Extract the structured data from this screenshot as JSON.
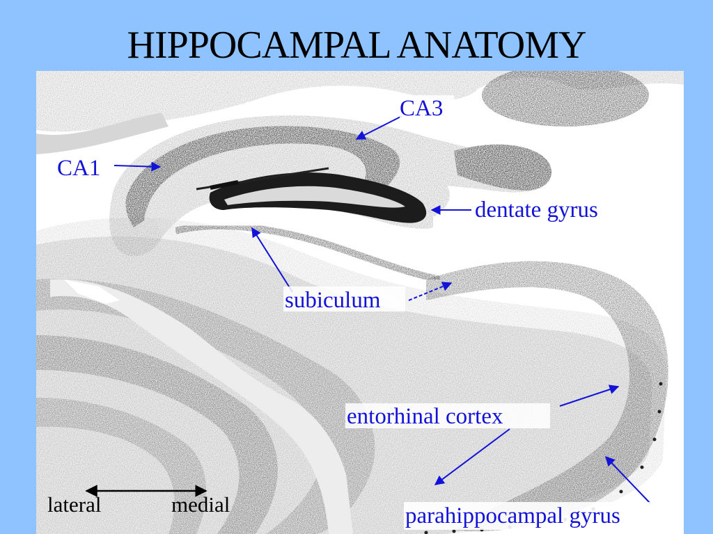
{
  "title": "HIPPOCAMPAL ANATOMY",
  "colors": {
    "background": "#8EC3FF",
    "panel": "#FFFFFF",
    "label": "#1212D8",
    "tissue_dark": "#2b2b2b",
    "tissue_mid": "#9a9a9a"
  },
  "labels": {
    "ca3": "CA3",
    "ca1": "CA1",
    "dentate_gyrus": "dentate gyrus",
    "subiculum": "subiculum",
    "entorhinal_cortex": "entorhinal cortex",
    "parahippocampal_gyrus": "parahippocampal gyrus"
  },
  "orientation": {
    "lateral": "lateral",
    "medial": "medial"
  }
}
